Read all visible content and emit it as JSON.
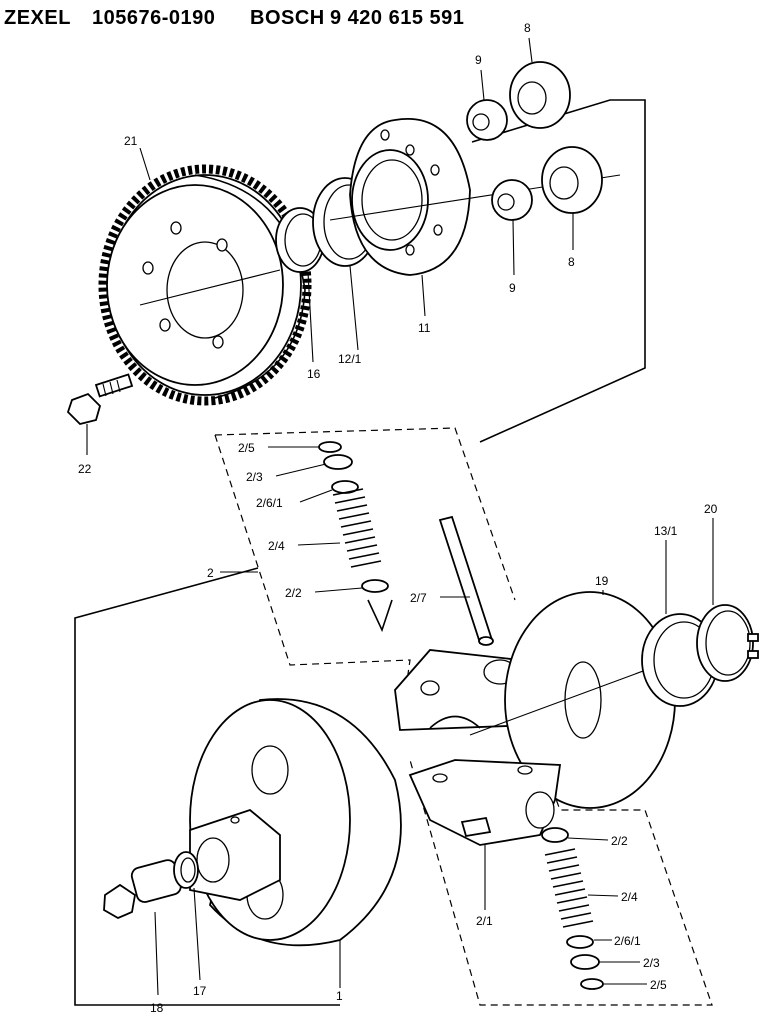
{
  "header": {
    "brand1": "ZEXEL",
    "part1": "105676-0190",
    "brand2": "BOSCH",
    "part2": "9 420 615 591"
  },
  "labels": {
    "p21": "21",
    "p22": "22",
    "p16": "16",
    "p12_1": "12/1",
    "p11": "11",
    "p9a": "9",
    "p8a": "8",
    "p9b": "9",
    "p8b": "8",
    "p2_5a": "2/5",
    "p2_3a": "2/3",
    "p2_6_1a": "2/6/1",
    "p2_4a": "2/4",
    "p2_2a": "2/2",
    "p2": "2",
    "p2_7": "2/7",
    "p19": "19",
    "p13_1": "13/1",
    "p20": "20",
    "p2_2b": "2/2",
    "p2_4b": "2/4",
    "p2_6_1b": "2/6/1",
    "p2_3b": "2/3",
    "p2_5b": "2/5",
    "p2_1": "2/1",
    "p1": "1",
    "p17": "17",
    "p18": "18"
  }
}
